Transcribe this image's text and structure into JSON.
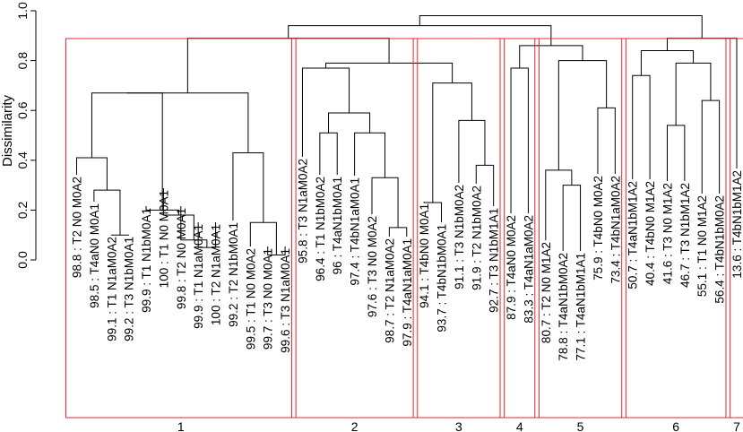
{
  "chart_data": {
    "type": "dendrogram",
    "title": "",
    "xlabel": "",
    "ylabel": "Dissimilarity",
    "ylim": [
      0,
      1
    ],
    "yticks": [
      0.0,
      0.2,
      0.4,
      0.6,
      0.8,
      1.0
    ],
    "ytick_labels": [
      "0.0",
      "0.2",
      "0.4",
      "0.6",
      "0.8",
      "1.0"
    ],
    "box_color": "#e8262b",
    "leaves": [
      "98.8 : T2 N0 M0A2",
      "98.5 : T4aN0 M0A1",
      "99.1 : T1 N1aM0A2",
      "99.2 : T3 N1bM0A1",
      "99.9 : T1 N1bM0A1",
      "100 : T1 N0 M0A1",
      "99.8 : T2 N0 M0A1",
      "99.9 : T1 N1aM0A1",
      "100 : T2 N1aM0A1",
      "99.2 : T2 N1bM0A1",
      "99.5 : T1 N0 M0A2",
      "99.7 : T3 N0 M0A1",
      "99.6 : T3 N1aM0A1",
      "95.8 : T3 N1aM0A2",
      "96.4 : T1 N1bM0A2",
      "96 : T4aN1bM0A1",
      "97.4 : T4bN1aM0A1",
      "97.6 : T3 N0 M0A2",
      "98.7 : T2 N1aM0A2",
      "97.9 : T4aN1aM0A1",
      "94.1 : T4bN0 M0A1",
      "93.7 : T4bN1bM0A1",
      "91.1 : T3 N1bM0A2",
      "91.9 : T2 N1bM0A2",
      "92.7 : T3 N1bM1A1",
      "87.9 : T4aN0 M0A2",
      "83.3 : T4aN1aM0A2",
      "80.7 : T2 N0 M1A2",
      "78.8 : T4aN1bM0A2",
      "77.1 : T4aN1bM1A1",
      "75.9 : T4bN0 M0A2",
      "73.4 : T4bN1aM0A2",
      "50.7 : T4aN1bM1A2",
      "40.4 : T4bN0 M1A2",
      "41.6 : T3 N0 M1A2",
      "46.7 : T3 N1bM1A2",
      "55.1 : T1 N0 M1A2",
      "56.4 : T4bN1bM0A2",
      "13.6 : T4bN1bM1A2"
    ],
    "merges": [
      {
        "left": {
          "leaf": 3
        },
        "right": {
          "leaf": 4
        },
        "height": 0.1
      },
      {
        "left": {
          "leaf": 2
        },
        "right": {
          "node": 0
        },
        "height": 0.28
      },
      {
        "left": {
          "leaf": 1
        },
        "right": {
          "node": 1
        },
        "height": 0.41
      },
      {
        "left": {
          "leaf": 8
        },
        "right": {
          "leaf": 9
        },
        "height": 0.05
      },
      {
        "left": {
          "leaf": 7
        },
        "right": {
          "node": 3
        },
        "height": 0.08
      },
      {
        "left": {
          "leaf": 6
        },
        "right": {
          "node": 4
        },
        "height": 0.18
      },
      {
        "left": {
          "leaf": 5
        },
        "right": {
          "node": 5
        },
        "height": 0.2
      },
      {
        "left": {
          "leaf": 12
        },
        "right": {
          "leaf": 13
        },
        "height": 0.02
      },
      {
        "left": {
          "leaf": 11
        },
        "right": {
          "node": 7
        },
        "height": 0.15
      },
      {
        "left": {
          "leaf": 10
        },
        "right": {
          "node": 8
        },
        "height": 0.43
      },
      {
        "left": {
          "node": 2
        },
        "right": {
          "node": 6
        },
        "height": 0.67
      },
      {
        "left": {
          "node": 10
        },
        "right": {
          "node": 9
        },
        "height": 0.67
      },
      {
        "left": {
          "leaf": 15
        },
        "right": {
          "leaf": 16
        },
        "height": 0.51
      },
      {
        "left": {
          "leaf": 19
        },
        "right": {
          "leaf": 20
        },
        "height": 0.13
      },
      {
        "left": {
          "leaf": 18
        },
        "right": {
          "node": 13
        },
        "height": 0.33
      },
      {
        "left": {
          "leaf": 17
        },
        "right": {
          "node": 14
        },
        "height": 0.51
      },
      {
        "left": {
          "node": 12
        },
        "right": {
          "node": 15
        },
        "height": 0.59
      },
      {
        "left": {
          "leaf": 14
        },
        "right": {
          "node": 16
        },
        "height": 0.77
      },
      {
        "left": {
          "leaf": 21
        },
        "right": {
          "leaf": 22
        },
        "height": 0.23
      },
      {
        "left": {
          "leaf": 24
        },
        "right": {
          "leaf": 25
        },
        "height": 0.38
      },
      {
        "left": {
          "leaf": 23
        },
        "right": {
          "node": 19
        },
        "height": 0.56
      },
      {
        "left": {
          "node": 18
        },
        "right": {
          "node": 20
        },
        "height": 0.71
      },
      {
        "left": {
          "node": 17
        },
        "right": {
          "node": 21
        },
        "height": 0.79
      },
      {
        "left": {
          "node": 11
        },
        "right": {
          "node": 22
        },
        "height": 0.89
      },
      {
        "left": {
          "leaf": 26
        },
        "right": {
          "leaf": 27
        },
        "height": 0.77
      },
      {
        "left": {
          "leaf": 29
        },
        "right": {
          "leaf": 30
        },
        "height": 0.3
      },
      {
        "left": {
          "leaf": 28
        },
        "right": {
          "node": 25
        },
        "height": 0.36
      },
      {
        "left": {
          "leaf": 31
        },
        "right": {
          "leaf": 32
        },
        "height": 0.61
      },
      {
        "left": {
          "node": 26
        },
        "right": {
          "node": 27
        },
        "height": 0.8
      },
      {
        "left": {
          "node": 24
        },
        "right": {
          "node": 28
        },
        "height": 0.86
      },
      {
        "left": {
          "node": 23
        },
        "right": {
          "node": 29
        },
        "height": 0.94
      },
      {
        "left": {
          "leaf": 35
        },
        "right": {
          "leaf": 36
        },
        "height": 0.54
      },
      {
        "left": {
          "leaf": 37
        },
        "right": {
          "leaf": 38
        },
        "height": 0.64
      },
      {
        "left": {
          "node": 31
        },
        "right": {
          "node": 32
        },
        "height": 0.79
      },
      {
        "left": {
          "leaf": 33
        },
        "right": {
          "leaf": 34
        },
        "height": 0.74
      },
      {
        "left": {
          "node": 34
        },
        "right": {
          "node": 33
        },
        "height": 0.84
      },
      {
        "left": {
          "node": 35
        },
        "right": {
          "leaf": 39
        },
        "height": 0.89
      },
      {
        "left": {
          "node": 30
        },
        "right": {
          "node": 36
        },
        "height": 0.98
      }
    ],
    "clusters": [
      {
        "label": "1",
        "first_leaf": 1,
        "last_leaf": 13
      },
      {
        "label": "2",
        "first_leaf": 14,
        "last_leaf": 20
      },
      {
        "label": "3",
        "first_leaf": 21,
        "last_leaf": 25
      },
      {
        "label": "4",
        "first_leaf": 26,
        "last_leaf": 27
      },
      {
        "label": "5",
        "first_leaf": 28,
        "last_leaf": 32
      },
      {
        "label": "6",
        "first_leaf": 33,
        "last_leaf": 38
      },
      {
        "label": "7",
        "first_leaf": 39,
        "last_leaf": 39
      }
    ]
  }
}
